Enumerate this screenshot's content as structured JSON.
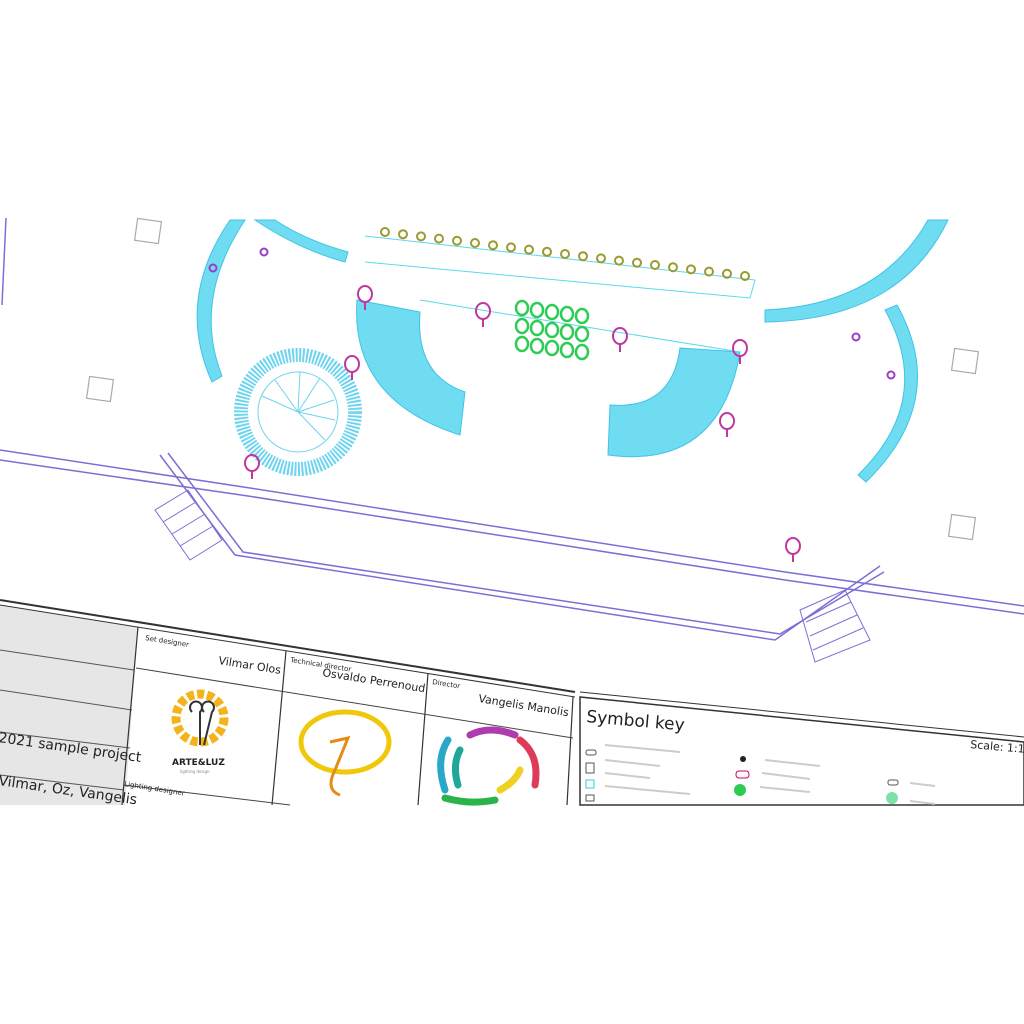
{
  "title_block": {
    "project": "2021 sample project",
    "team": "Vilmar, Oz, Vangelis",
    "set_designer_label": "Set designer",
    "set_designer": "Vilmar Olos",
    "technical_director_label": "Technical director",
    "technical_director": "Osvaldo Perrenoud",
    "director_label": "Director",
    "director": "Vangelis Manolis",
    "lighting_designer_label": "Lighting designer",
    "logo_text": "ARTE&LUZ",
    "logo_subtext": "lighting design"
  },
  "symbol_key": {
    "title": "Symbol key",
    "scale": "Scale: 1:1"
  },
  "colors": {
    "scenery": "#5ad8f0",
    "stage_lines": "#7b6fd6",
    "fixture_pink": "#c0389e",
    "fixture_green": "#2ecc55",
    "fixture_yellow": "#9a9a30",
    "title_fill": "#e8e8e8"
  }
}
